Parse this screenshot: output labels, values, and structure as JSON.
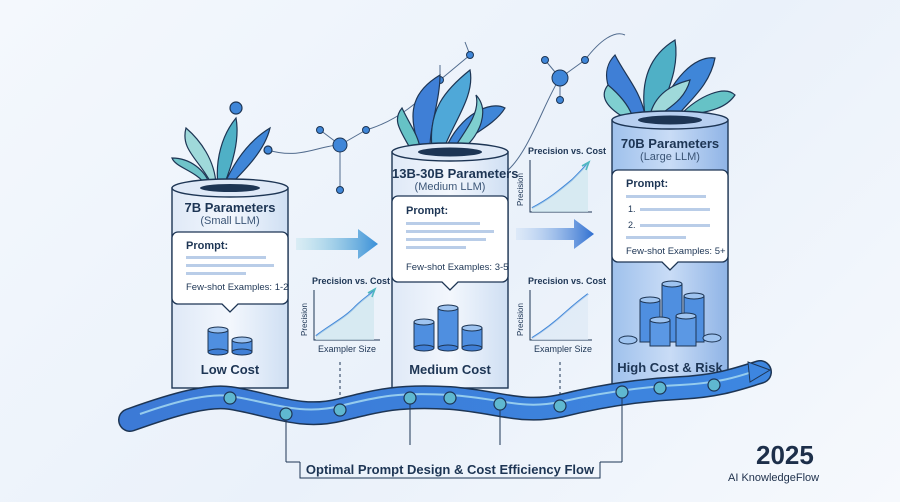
{
  "tiers": [
    {
      "title": "7B Parameters",
      "subtitle": "(Small LLM)",
      "prompt_label": "Prompt:",
      "fewshot": "Few-shot Examples: 1-2",
      "cost": "Low Cost"
    },
    {
      "title": "13B-30B Parameters",
      "subtitle": "(Medium LLM)",
      "prompt_label": "Prompt:",
      "fewshot": "Few-shot Examples: 3-5",
      "cost": "Medium Cost"
    },
    {
      "title": "70B Parameters",
      "subtitle": "(Large LLM)",
      "prompt_label": "Prompt:",
      "fewshot": "Few-shot Examples: 5+",
      "cost": "High Cost & Risk",
      "list_markers": [
        "1.",
        "2."
      ]
    }
  ],
  "mini_charts": [
    {
      "title": "Precision vs. Cost",
      "xlabel": "Exampler Size",
      "ylabel": "Precision"
    },
    {
      "title": "Precision vs. Cost",
      "xlabel": "",
      "ylabel": "Precision"
    },
    {
      "title": "Precision vs. Cost",
      "xlabel": "Exampler Size",
      "ylabel": "Precision"
    }
  ],
  "footer": {
    "flow_label": "Optimal Prompt Design & Cost Efficiency Flow",
    "year": "2025",
    "brand": "AI KnowledgeFlow"
  },
  "colors": {
    "primary_blue": "#3f7fd6",
    "teal": "#4fb8c0",
    "navy": "#1d3554",
    "light_blue": "#d8e6f7"
  }
}
